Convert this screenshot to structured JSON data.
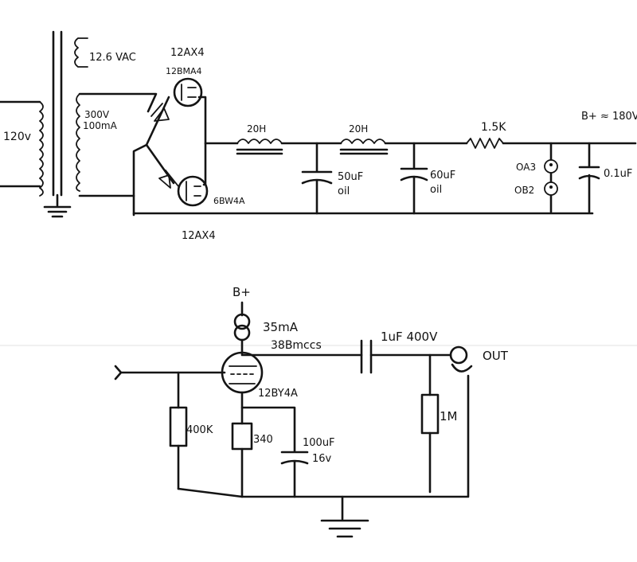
{
  "power_supply": {
    "transformer": {
      "primary_label": "120v",
      "filament_label": "12.6 VAC",
      "secondary_voltage": "300V",
      "secondary_current": "100mA"
    },
    "rectifier": {
      "tube_top_label": "12AX4",
      "tube_top_sub": "12BMA4",
      "tube_bottom_label": "6BW4A",
      "tube_caption": "12AX4"
    },
    "choke1_label": "20H",
    "choke2_label": "20H",
    "cap1_value": "50uF",
    "cap1_type": "oil",
    "cap2_value": "60uF",
    "cap2_type": "oil",
    "resistor_label": "1.5K",
    "regulator_top": "OA3",
    "regulator_bottom": "OB2",
    "output_label": "B+ ≈ 180V",
    "bypass_cap": "0.1uF"
  },
  "amplifier": {
    "supply_label": "B+",
    "ccs_current": "35mA",
    "ccs_name": "38Bmccs",
    "coupling_cap": "1uF 400V",
    "output_label": "OUT",
    "tube_label": "12BY4A",
    "grid_resistor": "400K",
    "cathode_resistor": "340",
    "cathode_cap_value": "100uF",
    "cathode_cap_voltage": "16v",
    "load_resistor": "1M"
  }
}
